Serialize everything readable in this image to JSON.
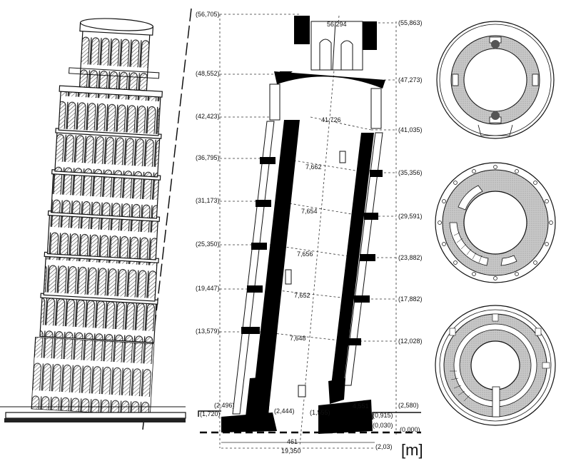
{
  "section": {
    "left_elevations": [
      "(56,705)",
      "(48,552)",
      "(42,423)",
      "(36,795)",
      "(31,173)",
      "(25,350)",
      "(19,447)",
      "(13,579)",
      "(2,496)",
      "(1,720)"
    ],
    "right_elevations": [
      "(55,863)",
      "(47,273)",
      "(41,035)",
      "(35,356)",
      "(29,591)",
      "(23,882)",
      "(17,882)",
      "(12,028)",
      "(2,580)",
      "(0,915)",
      "(0,030)",
      "(0,000)",
      "(2,03)"
    ],
    "inner_dims": [
      "56,294",
      "41,726",
      "7,662",
      "7,654",
      "7,656",
      "7,652",
      "7,648"
    ],
    "base_dims": [
      "(2,444)",
      "(1,555)",
      "4,551"
    ],
    "bottom_dims": [
      "461",
      "19,350"
    ],
    "unit": "[m]"
  }
}
